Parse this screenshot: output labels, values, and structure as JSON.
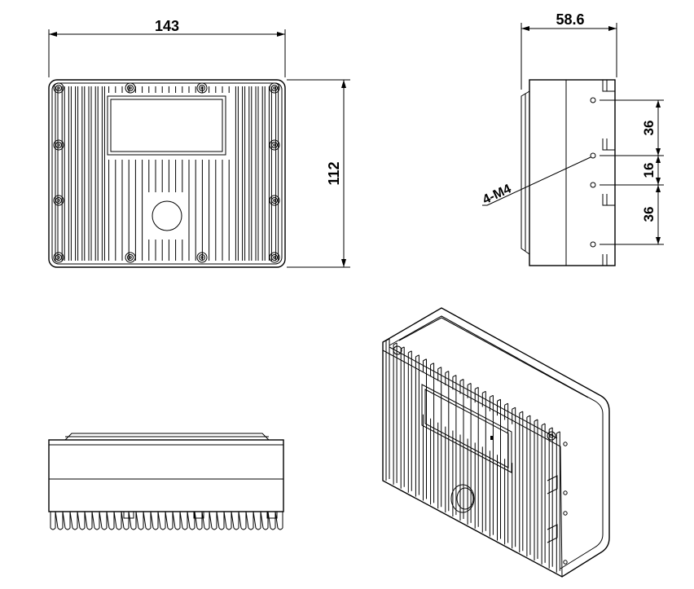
{
  "dimensions": {
    "width": "143",
    "height": "112",
    "depth": "58.6",
    "spacing_top": "36",
    "spacing_middle": "16",
    "spacing_bottom": "36",
    "thread_callout": "4-M4"
  },
  "colors": {
    "line": "#000000",
    "background": "#ffffff"
  }
}
